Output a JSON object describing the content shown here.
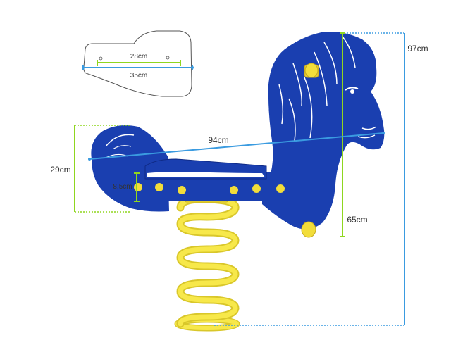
{
  "colors": {
    "horse_blue": "#1a3fb0",
    "horse_blue_dark": "#0f2a86",
    "spring_yellow": "#f7e84a",
    "spring_yellow_dark": "#d9c72a",
    "dim_blue": "#3a9be0",
    "dim_green": "#8fd61f",
    "seat_outline": "#555555"
  },
  "icons": {
    "seat_inset": "seat-outline-icon",
    "handle": "handle-knob-icon",
    "footrest": "footrest-knob-icon",
    "bolt": "bolt-icon",
    "spring": "spring-icon"
  },
  "dimensions": {
    "seat_inner": "28cm",
    "seat_outer": "35cm",
    "total_height": "97cm",
    "body_length": "94cm",
    "tail_height": "29cm",
    "seat_height": "65cm",
    "board_thickness": "8,5cm"
  }
}
